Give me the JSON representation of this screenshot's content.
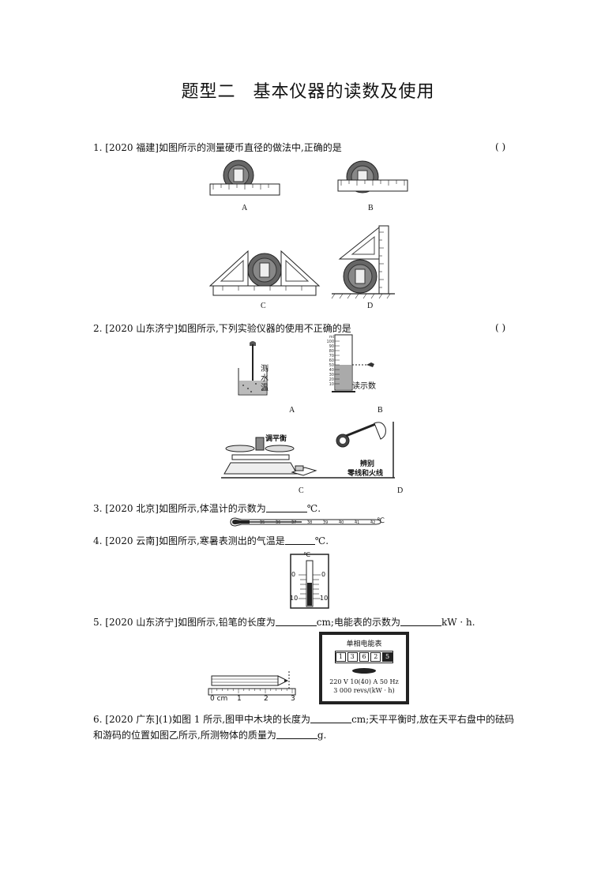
{
  "title_part1": "题型二",
  "title_part2": "基本仪器的读数及使用",
  "q1": {
    "text": "1. [2020 福建]如图所示的测量硬币直径的做法中,正确的是",
    "paren": "(      )",
    "labels": [
      "A",
      "B",
      "C",
      "D"
    ]
  },
  "q2": {
    "text": "2. [2020 山东济宁]如图所示,下列实验仪器的使用不正确的是",
    "paren": "(      )",
    "labels": [
      "A",
      "B",
      "C",
      "D"
    ],
    "thermo_text": [
      "测",
      "水",
      "温"
    ],
    "cylinder_text": "读示数",
    "cylinder_ticks": [
      "ml",
      "100",
      "90",
      "80",
      "70",
      "60",
      "50",
      "40",
      "30",
      "20",
      "10"
    ],
    "balance_text": "调平衡",
    "tester_text_1": "辨别",
    "tester_text_2": "零线和火线"
  },
  "q3": {
    "text_before": "3. [2020 北京]如图所示,体温计的示数为",
    "text_after": "℃.",
    "scale": [
      "35",
      "36",
      "37",
      "38",
      "39",
      "40",
      "41",
      "42"
    ],
    "unit": "℃"
  },
  "q4": {
    "text_before": "4. [2020 云南]如图所示,寒暑表测出的气温是",
    "text_after": "℃.",
    "unit": "℃",
    "scale_left": [
      "0",
      "10"
    ],
    "scale_right": [
      "0",
      "10"
    ]
  },
  "q5": {
    "text_before": "5. [2020 山东济宁]如图所示,铅笔的长度为",
    "text_mid": "cm;电能表的示数为",
    "text_after": "kW · h.",
    "ruler_labels": [
      "0 cm",
      "1",
      "2",
      "3"
    ],
    "meter_title": "单相电能表",
    "meter_digits": [
      "1",
      "3",
      "6",
      "2",
      "5"
    ],
    "meter_line1": "220 V    10(40) A    50 Hz",
    "meter_line2": "3 000 revs/(kW · h)"
  },
  "q6": {
    "line1_before": "6. [2020 广东](1)如图 1 所示,图甲中木块的长度为",
    "line1_after": "cm;天平平衡时,放在天平右盘中的砝码",
    "line2_before": "和游码的位置如图乙所示,所测物体的质量为",
    "line2_after": "g."
  }
}
